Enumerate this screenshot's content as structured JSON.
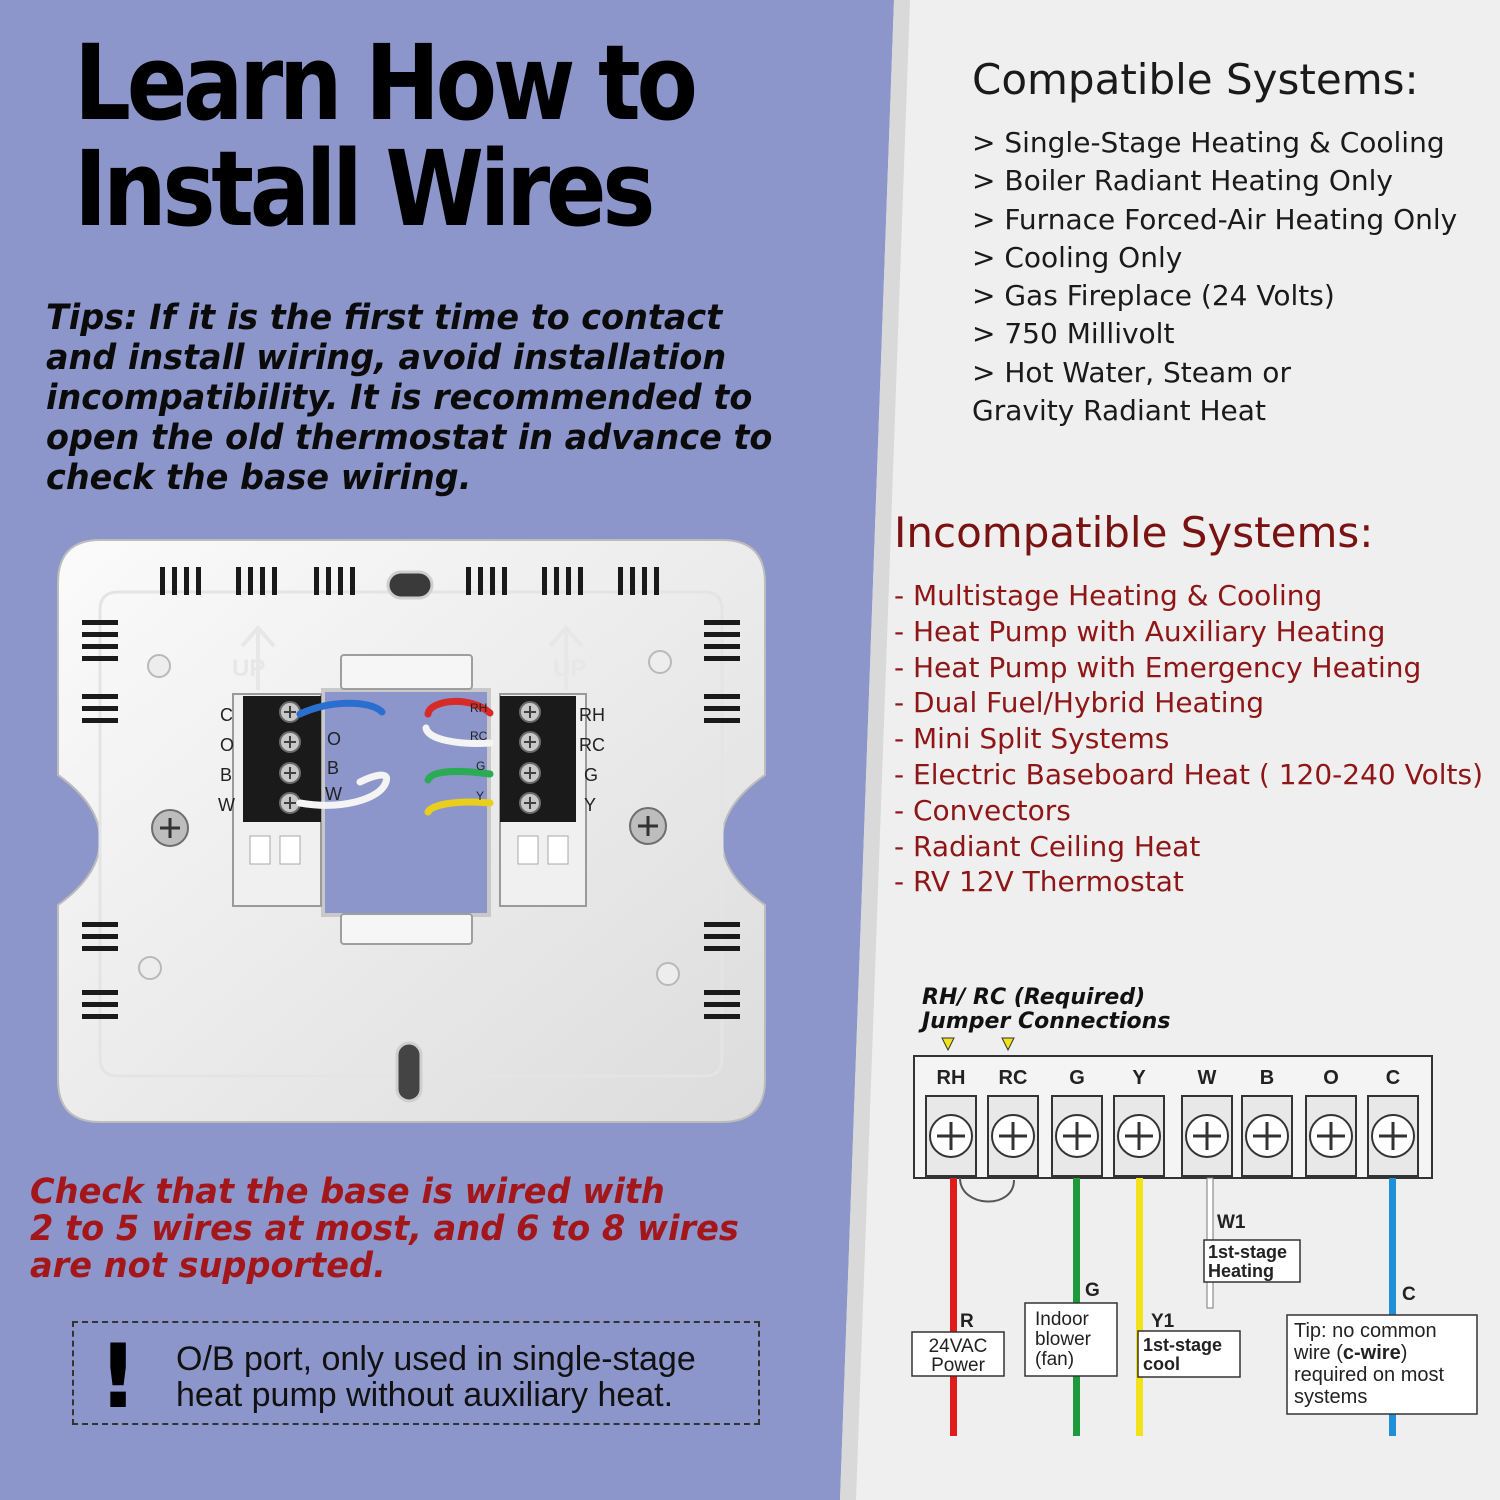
{
  "title": {
    "line1": "Learn How to",
    "line2": "Install Wires"
  },
  "tips": "Tips: If it is the first time to contact and install wiring, avoid installation incompatibility. It is recommended to open the old thermostat in advance to check the base wiring.",
  "check": {
    "line1": "Check that the base is wired with",
    "line2": "2 to 5 wires at most, and 6 to 8 wires",
    "line3": "are not supported."
  },
  "ob_note": {
    "mark": "!",
    "line1": "O/B port, only used in single-stage",
    "line2": "heat pump without auxiliary heat."
  },
  "plate": {
    "up_label": "UP",
    "left_terminals": [
      "C",
      "O",
      "B",
      "W"
    ],
    "left_wire_labels": [
      "O",
      "B",
      "W"
    ],
    "right_terminals": [
      "RH",
      "RC",
      "G",
      "Y"
    ],
    "right_wire_labels": [
      "RH",
      "RC",
      "G",
      "Y"
    ]
  },
  "compatible": {
    "heading": "Compatible Systems:",
    "items": [
      "> Single-Stage Heating & Cooling",
      "> Boiler Radiant Heating Only",
      "> Furnace Forced-Air Heating Only",
      "> Cooling Only",
      "> Gas Fireplace (24 Volts)",
      "> 750 Millivolt",
      "> Hot Water, Steam or",
      "Gravity Radiant Heat"
    ]
  },
  "incompatible": {
    "heading": "Incompatible Systems:",
    "items": [
      "- Multistage Heating & Cooling",
      "- Heat Pump with Auxiliary Heating",
      "- Heat Pump with Emergency Heating",
      "- Dual Fuel/Hybrid Heating",
      "- Mini Split Systems",
      "- Electric Baseboard Heat ( 120-240 Volts)",
      "- Convectors",
      "- Radiant Ceiling Heat",
      "- RV 12V Thermostat"
    ]
  },
  "diagram": {
    "jumper_title_line1": "RH/ RC (Required)",
    "jumper_title_line2": "Jumper Connections",
    "terminals": [
      "RH",
      "RC",
      "G",
      "Y",
      "W",
      "B",
      "O",
      "C"
    ],
    "wire_r": {
      "letter": "R",
      "box_line1": "24VAC",
      "box_line2": "Power",
      "color": "#e01b1b"
    },
    "wire_g": {
      "letter": "G",
      "box_line1": "Indoor",
      "box_line2": "blower",
      "box_line3": "(fan)",
      "color": "#1c9a3c"
    },
    "wire_y": {
      "letter": "Y1",
      "box_line1": "1st-stage",
      "box_line2": "cool",
      "color": "#f3e21a"
    },
    "wire_w": {
      "letter": "W1",
      "box_line1": "1st-stage",
      "box_line2": "Heating"
    },
    "wire_c": {
      "letter": "C",
      "tip_line1": "Tip: no common",
      "tip_line2_pre": "wire (",
      "tip_line2_bold": "c-wire",
      "tip_line2_post": ")",
      "tip_line3": "required on most",
      "tip_line4": "systems",
      "color": "#1f8fd8"
    }
  }
}
